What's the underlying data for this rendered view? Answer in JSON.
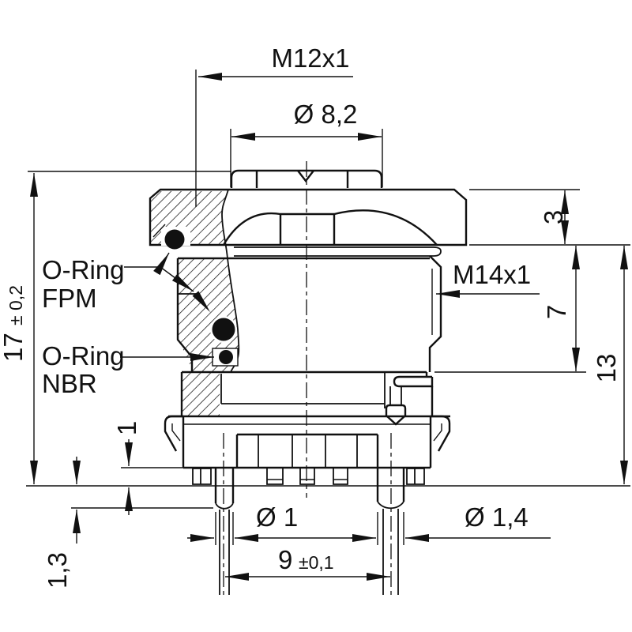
{
  "drawing": {
    "background": "#ffffff",
    "line_color": "#111111",
    "dimensions": {
      "thread_top": "M12x1",
      "dia_top": "Ø 8,2",
      "height_flange": "3",
      "thread_mid": "M14x1",
      "depth_thread": "7",
      "height_body": "13",
      "height_total": {
        "value": "17",
        "tol": "± 0,2"
      },
      "standoff": "1",
      "pin_offset": "1,3",
      "dia_pin_small": "Ø 1",
      "dia_pin_large": "Ø 1,4",
      "pin_spacing": {
        "value": "9",
        "tol": "±0,1"
      }
    },
    "callouts": {
      "oring_fpm": {
        "line1": "O-Ring",
        "line2": "FPM"
      },
      "oring_nbr": {
        "line1": "O-Ring",
        "line2": "NBR"
      }
    }
  }
}
